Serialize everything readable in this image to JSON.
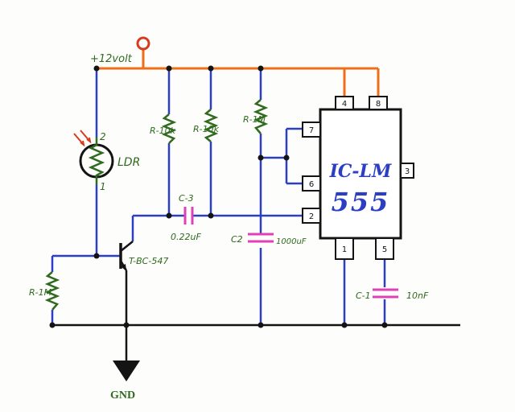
{
  "colors": {
    "blue": "#2c3fc4",
    "orange": "#ee6f1a",
    "black": "#141414",
    "green": "#2f6a1e",
    "magenta": "#e13fb8",
    "red": "#d83a20",
    "chip_fill": "#ffffff",
    "background": "#fdfdfb"
  },
  "labels": {
    "supply": "+12volt",
    "ldr": "LDR",
    "ldr_pin_top": "2",
    "ldr_pin_bottom": "1",
    "r_10k_a": "R-10k",
    "r_10k_b": "R-10k",
    "r_1m_top": "R-1M",
    "r_1m_bottom": "R-1M",
    "c3_name": "C-3",
    "c3_value": "0.22uF",
    "c2_name": "C2",
    "c2_value": "1000uF",
    "c1_name": "C-1",
    "c1_value": "10nF",
    "transistor": "T-BC-547",
    "gnd": "GND",
    "ic_line1": "IC-LM",
    "ic_line2": "555"
  },
  "ic_pins": {
    "p4": "4",
    "p8": "8",
    "p7": "7",
    "p6": "6",
    "p2": "2",
    "p3": "3",
    "p1": "1",
    "p5": "5"
  }
}
